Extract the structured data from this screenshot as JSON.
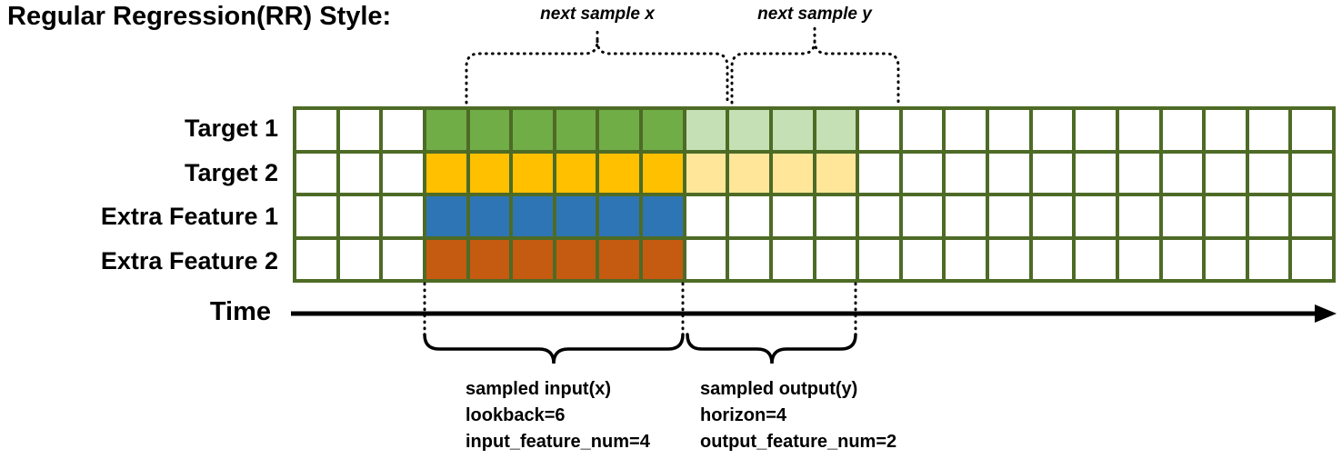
{
  "title": "Regular Regression(RR) Style:",
  "colors": {
    "grid_line": "#4e6b26",
    "empty_cell": "#ffffff",
    "annotation": "#000000"
  },
  "grid": {
    "columns": 24,
    "input_start_col": 3,
    "lookback": 6,
    "horizon": 4,
    "rows": [
      {
        "label": "Target 1",
        "input_color": "#70ad47",
        "output_color": "#c5e0b4"
      },
      {
        "label": "Target 2",
        "input_color": "#ffc000",
        "output_color": "#ffe699"
      },
      {
        "label": "Extra Feature 1",
        "input_color": "#2e75b6",
        "output_color": null
      },
      {
        "label": "Extra Feature 2",
        "input_color": "#c55a11",
        "output_color": null
      }
    ]
  },
  "labels": {
    "next_sample_x": "next sample x",
    "next_sample_y": "next sample y",
    "time": "Time"
  },
  "input_annotation": {
    "line1": "sampled input(x)",
    "line2": "lookback=6",
    "line3": "input_feature_num=4"
  },
  "output_annotation": {
    "line1": "sampled output(y)",
    "line2": "horizon=4",
    "line3": "output_feature_num=2"
  }
}
